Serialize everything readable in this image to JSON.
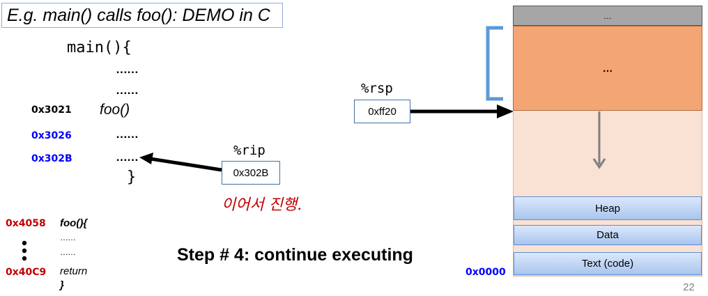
{
  "title": "E.g. main() calls foo(): DEMO in C",
  "main_code": {
    "header": "main(){",
    "dots1": "……",
    "dots2": "……",
    "call": "foo()",
    "dots3": "……",
    "dots4": "……",
    "close": "}"
  },
  "main_addresses": {
    "call_addr": "0x3021",
    "next1_addr": "0x3026",
    "next2_addr": "0x302B"
  },
  "rip": {
    "label": "%rip",
    "value": "0x302B"
  },
  "rsp": {
    "label": "%rsp",
    "value": "0xff20"
  },
  "handwritten_note": "이어서 진행.",
  "foo_code": {
    "start_addr": "0x4058",
    "end_addr": "0x40C9",
    "header": "foo(){",
    "dots1": "……",
    "dots2": "……",
    "ret": "return",
    "close": "}"
  },
  "step_text": "Step # 4: continue executing",
  "memory": {
    "top_label": "…",
    "stack_frame_label": "…",
    "heap": "Heap",
    "data": "Data",
    "text": "Text (code)",
    "base_addr": "0x0000"
  },
  "page_number": "22",
  "colors": {
    "stack_frame": "#f4a574",
    "stack_region": "#f9e1d3",
    "top_region": "#a6a6a6",
    "bracket": "#5b9bd5",
    "blue_addr": "#0000ff",
    "red_addr": "#c00000"
  }
}
